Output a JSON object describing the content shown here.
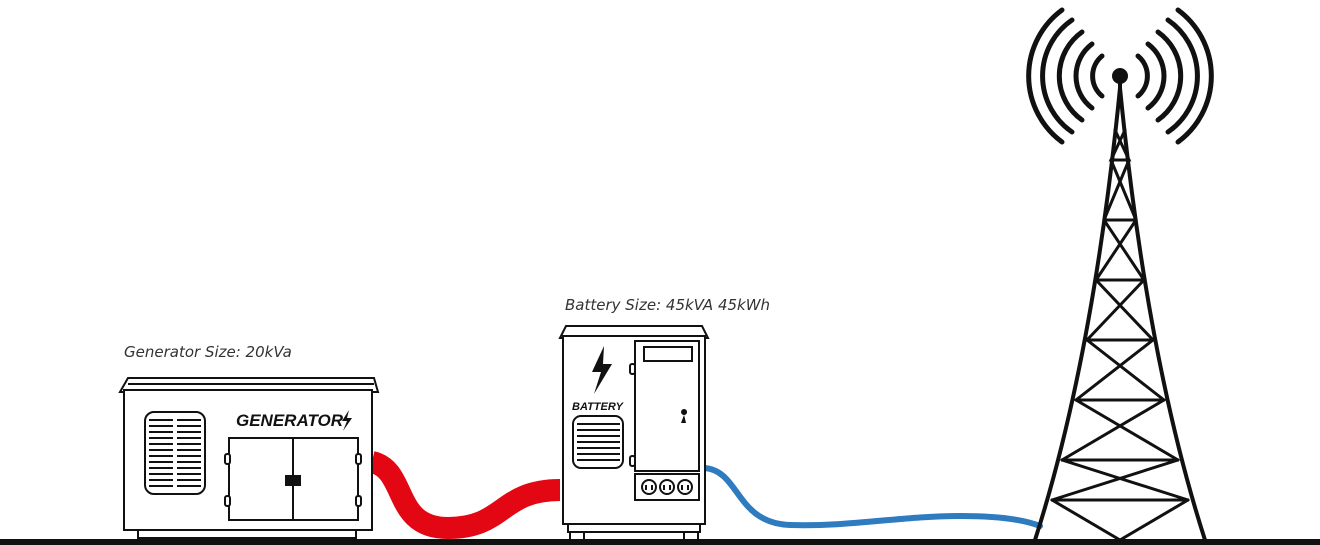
{
  "generator": {
    "caption": "Generator Size: 20kVa",
    "label": "GENERATOR"
  },
  "battery": {
    "caption": "Battery Size: 45kVA 45kWh",
    "label": "BATTERY"
  },
  "tower": {
    "icon": "cell-tower-icon"
  },
  "colors": {
    "generator_cable": "#e30613",
    "tower_cable": "#2f7bbf",
    "outline": "#111111",
    "ground": "#111111"
  }
}
